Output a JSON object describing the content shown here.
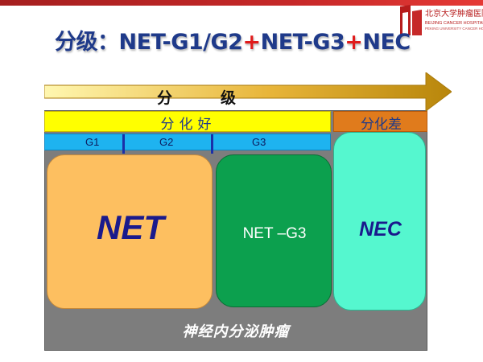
{
  "header": {
    "logo_cn": "北京大学肿瘤医院",
    "logo_en": "BEIJING CANCER HOSPITAL",
    "logo_en_sub": "PEKING UNIVERSITY CANCER HOSPITAL"
  },
  "title": {
    "part1": "分级：NET-G1/G2",
    "plus1": "+",
    "part2": "NET-G3",
    "plus2": "+",
    "part3": "NEC"
  },
  "arrow": {
    "label": "分级"
  },
  "differentiation": {
    "well": "分化好",
    "poor": "分化差"
  },
  "grades": [
    "G1",
    "G2",
    "G3"
  ],
  "boxes": {
    "net": "NET",
    "net_g3": "NET –G3",
    "nec": "NEC"
  },
  "footer": "神经内分泌肿瘤",
  "colors": {
    "title": "#1f3a8a",
    "plus": "#e01b1b",
    "arrow_start": "#fff7b0",
    "arrow_end": "#b8860b",
    "well_bar": "#ffff00",
    "poor_bar": "#e07b1c",
    "grade_bar": "#1eb3f0",
    "net_box": "#fdbf60",
    "g3_box": "#0ca04e",
    "nec_box": "#55f7cf",
    "panel": "#7d7d7d"
  }
}
